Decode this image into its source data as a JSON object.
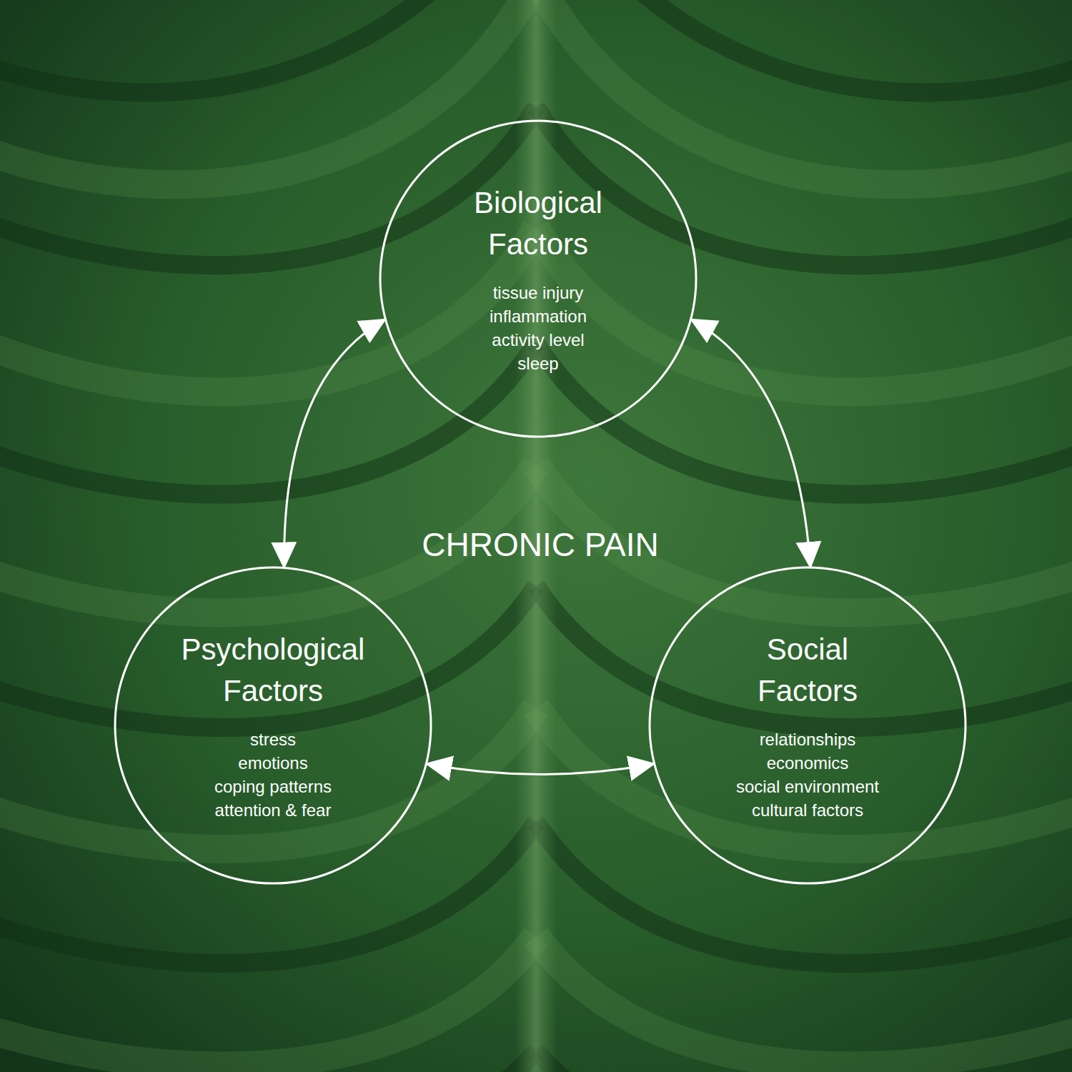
{
  "diagram": {
    "nodes": [
      {
        "text": [
          "Biological Factors",
          "tissue injury",
          "inflammation",
          "activity level",
          "sleep"
        ]
      },
      {
        "text": [
          "Psychological Factors",
          "stress",
          "emotions",
          "coping patterns",
          "attention & fear"
        ]
      },
      {
        "text": [
          "Social Factors",
          "relationships",
          "economics",
          "social environment",
          "cultural factors"
        ]
      }
    ],
    "edges": [
      {
        "from": 0,
        "to": 1,
        "arrow": "both"
      },
      {
        "from": 0,
        "to": 2,
        "arrow": "both"
      },
      {
        "from": 1,
        "to": 2,
        "arrow": "both"
      }
    ],
    "labels": [
      "CHRONIC PAIN"
    ]
  }
}
